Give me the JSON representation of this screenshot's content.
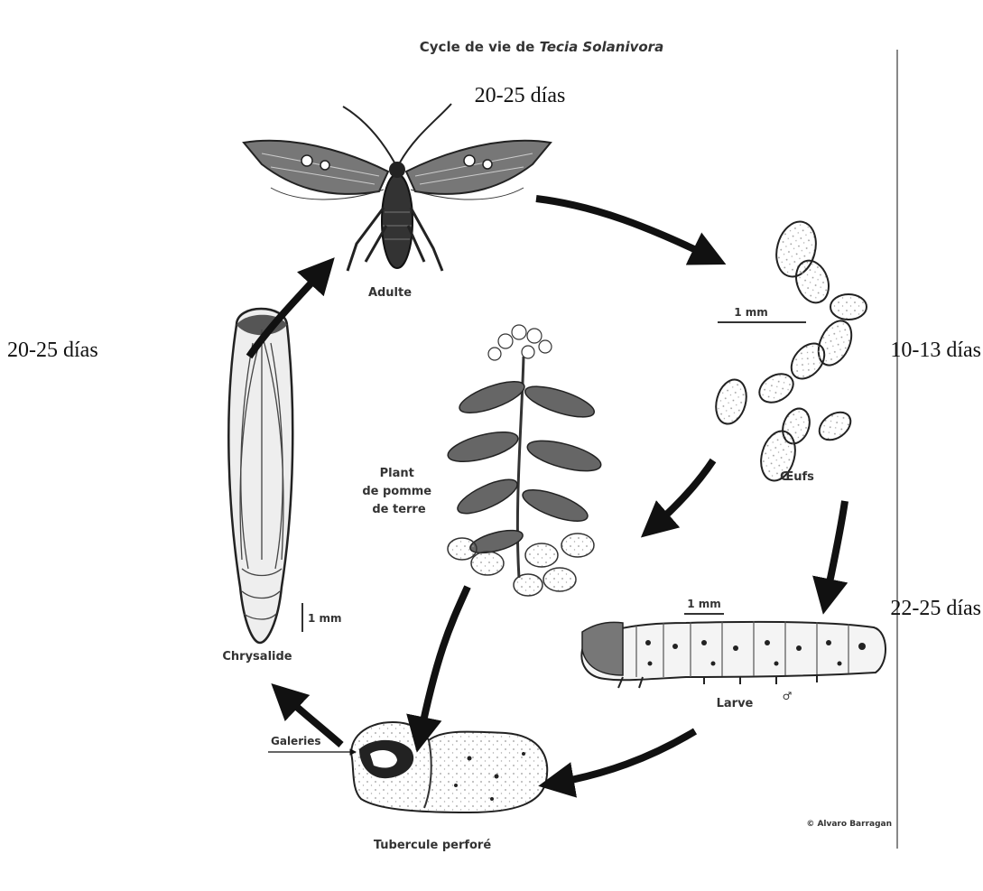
{
  "title": {
    "prefix": "Cycle de vie de ",
    "species": "Tecia Solanivora"
  },
  "stages": {
    "adult": "Adulte",
    "eggs": "Œufs",
    "larva": "Larve",
    "tuber": "Tubercule perforé",
    "pupa": "Chrysalide",
    "plant_line1": "Plant",
    "plant_line2": "de pomme",
    "plant_line3": "de terre"
  },
  "annotations": {
    "galleries": "Galeries",
    "scale_eggs": "1 mm",
    "scale_larva": "1 mm",
    "scale_pupa": "1 mm",
    "male_symbol": "♂",
    "credit": "© Alvaro Barragan"
  },
  "durations": {
    "adult": "20-25 días",
    "eggs": "10-13 días",
    "larva": "22-25 días",
    "pupa": "20-25 días"
  },
  "colors": {
    "ink": "#111111",
    "label": "#333333",
    "paper": "#ffffff"
  }
}
